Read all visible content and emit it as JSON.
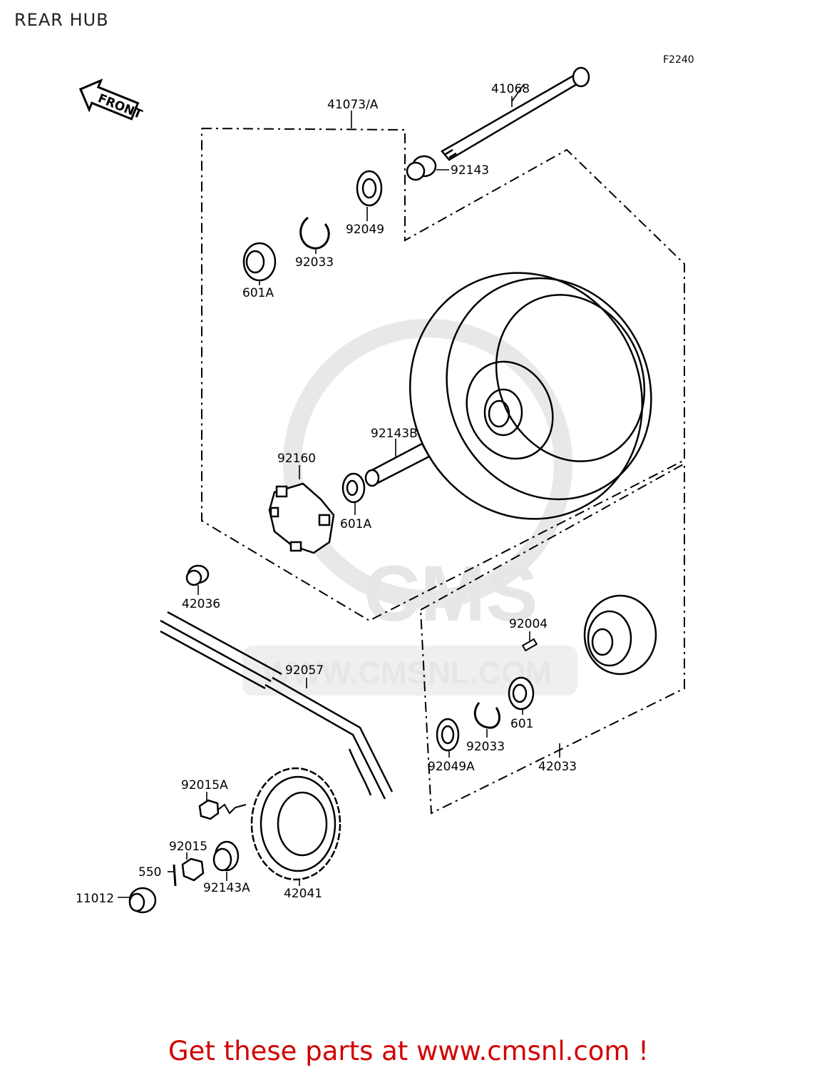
{
  "title": "REAR HUB",
  "figure_code": "F2240",
  "front_label": "FRONT",
  "watermark": {
    "brand": "CMS",
    "url": "WWW.CMSNL.COM"
  },
  "footer": {
    "text": "Get these parts at www.cmsnl.com !",
    "color": "#d20000"
  },
  "parts": [
    "41068",
    "41073/A",
    "92143",
    "92049",
    "92033",
    "601A",
    "92143B",
    "92160",
    "601A",
    "42036",
    "92004",
    "92057",
    "601",
    "92033",
    "92049A",
    "42033",
    "92015A",
    "92015",
    "550",
    "92143A",
    "42041",
    "11012"
  ]
}
